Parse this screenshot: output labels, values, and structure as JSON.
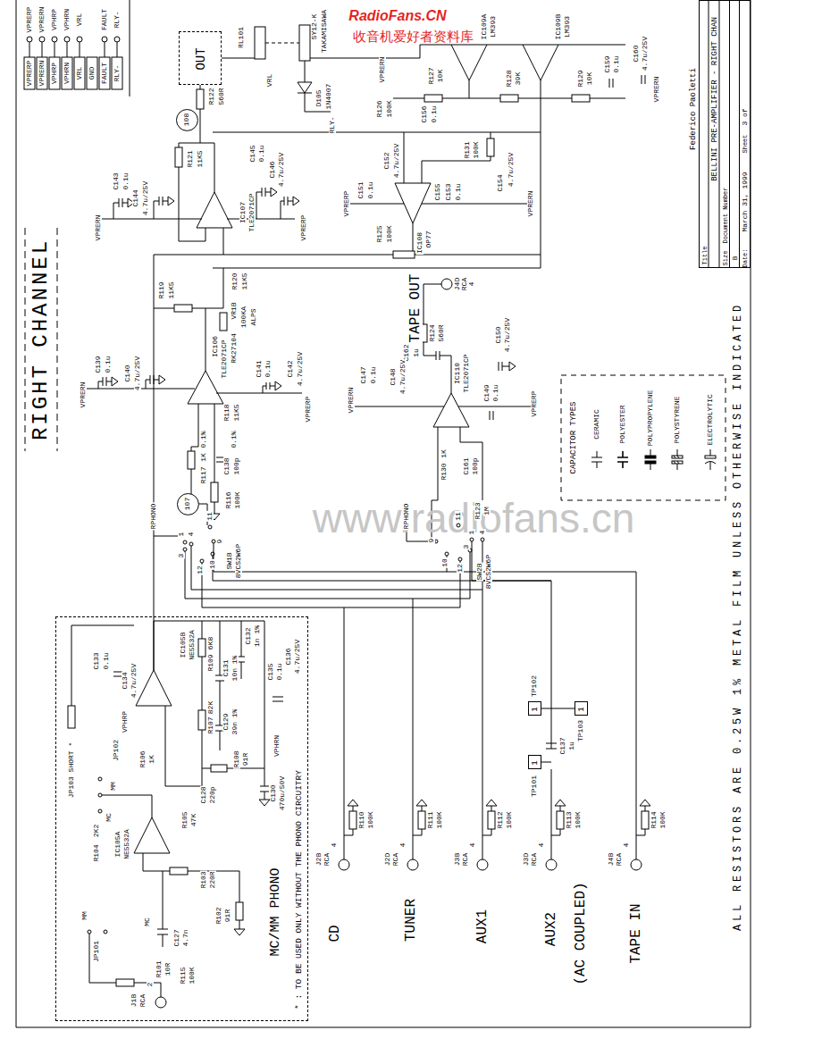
{
  "diagram": {
    "nodes": [
      {
        "text": [
          "MC/MM PHONO",
          "* : TO BE USED ONLY WITHOUT THE PHONO CIRCUITRY"
        ]
      },
      {
        "text": [
          "OUT"
        ]
      },
      {
        "text": [
          "Title",
          "BELLINI PRE-AMPLIFIER - RIGHT CHAN",
          "Size",
          "Document Number",
          "B",
          "Date:",
          "March 31, 1999",
          "Sheet",
          "3 of"
        ]
      },
      {
        "text": [
          "1"
        ]
      },
      {
        "text": [
          "1"
        ]
      },
      {
        "text": [
          "1"
        ]
      },
      {
        "text": [
          "107"
        ]
      },
      {
        "text": [
          "108"
        ]
      }
    ],
    "labels": [
      "www.radiofans.cn",
      "RadioFans.CN",
      "收音机爱好者资料库",
      "VPRERP",
      "VPRERP",
      "VPRERN",
      "VPRERN",
      "VPHRP",
      "VPHRP",
      "VPHRN",
      "VPHRN",
      "VRL",
      "VRL",
      "GND",
      "FAULT",
      "FAULT",
      "RLY-",
      "RLY-",
      "RL101",
      "SY12-K",
      "TAKAMISAWA",
      "D105",
      "1N4007",
      "VRL",
      "RLY-",
      "R122",
      "560R",
      "R121",
      "11K5",
      "C143",
      "0.1u",
      "C144",
      "4.7u/25V",
      "C145",
      "0.1u",
      "C146",
      "4.7u/25V",
      "IC107",
      "TLE2071CP",
      "VPRERN",
      "VPRERP",
      "RIGHT CHANNEL",
      "R119",
      "11K5",
      "R120",
      "11K5",
      "VR1B",
      "100KA",
      "ALPS",
      "RK27104",
      "IC106",
      "TLE2071CP",
      "C139",
      "0.1u",
      "C140",
      "4.7u/25V",
      "VPRERN",
      "C141",
      "0.1u",
      "C142",
      "4.7u/25V",
      "VPRERP",
      "R118",
      "11K5",
      "0.1%",
      "1K",
      "R117",
      "C138",
      "100p",
      "0.1%",
      "R116",
      "100K",
      "RPHONO",
      "11",
      "1",
      "4",
      "3",
      "9",
      "10",
      "12",
      "SW1B",
      "8VCS2W6P",
      "R125",
      "100K",
      "IC108",
      "OP77",
      "C151",
      "0.1u",
      "C152",
      "4.7u/25V",
      "C155",
      "C153",
      "0.1u",
      "C154",
      "4.7u/25V",
      "R131",
      "100K",
      "R126",
      "100K",
      "C156",
      "0.1u",
      "R127",
      "10K",
      "R128",
      "39K",
      "R129",
      "10K",
      "IC109A",
      "LM393",
      "IC109B",
      "LM393",
      "C159",
      "0.1u",
      "C160",
      "4.7u/25V",
      "VPRERN",
      "VPRERN",
      "VPRERP",
      "VPRERN",
      "TAPE OUT",
      "J4D",
      "RCA",
      "4",
      "R124",
      "560R",
      "C162",
      "1u",
      "C150",
      "4.7u/25V",
      "C147",
      "0.1u",
      "C148",
      "4.7u/25V",
      "IC110",
      "TLE2071CP",
      "C149",
      "0.1u",
      "VPRERN",
      "VPRERP",
      "1K",
      "R130",
      "C161",
      "100p",
      "R123",
      "1M",
      "RPHONO",
      "11",
      "9",
      "10",
      "12",
      "1",
      "4",
      "3",
      "SW2B",
      "8VCS2W6P",
      "CAPACITOR TYPES",
      "ALL RESISTORS ARE 0.25W 1% METAL FILM UNLESS OTHERWISE INDICATED",
      "Federico Paoletti",
      "JP103 SHORT *",
      "VPHRP",
      "C133",
      "0.1u",
      "C134",
      "4.7u/25V",
      "IC105B",
      "NE5532A",
      "R109",
      "6K8",
      "C131",
      "10n 1%",
      "C132",
      "1n 1%",
      "C135",
      "0.1u",
      "C136",
      "4.7u/25V",
      "R107",
      "82K",
      "C129",
      "39n 1%",
      "VPHRN",
      "R108",
      "91R",
      "C128",
      "220p",
      "C130",
      "470u/50V",
      "JP102",
      "MM",
      "R106",
      "1K",
      "R105",
      "47K",
      "MC",
      "2K2",
      "R104",
      "IC105A",
      "NE5532A",
      "R103",
      "220R",
      "R102",
      "91R",
      "C127",
      "4.7n",
      "MM",
      "MC",
      "JP101",
      "R101",
      "10R",
      "R115",
      "100K",
      "J1B",
      "RCA",
      "2",
      "CD",
      "TUNER",
      "AUX1",
      "AUX2",
      "(AC COUPLED)",
      "TAPE IN",
      "J2B",
      "RCA",
      "4",
      "R110",
      "100K",
      "J2D",
      "RCA",
      "4",
      "R111",
      "100K",
      "J3B",
      "RCA",
      "4",
      "R112",
      "100K",
      "J3D",
      "RCA",
      "4",
      "R113",
      "100K",
      "J4B",
      "RCA",
      "4",
      "R114",
      "100K",
      "TP101",
      "TP102",
      "TP103",
      "C137",
      "1u"
    ],
    "legend": [
      {
        "text": "CERAMIC"
      },
      {
        "text": "POLYESTER"
      },
      {
        "text": "POLYPROPYLENE"
      },
      {
        "text": "POLYSTYRENE"
      },
      {
        "text": "ELECTROLYTIC"
      }
    ]
  }
}
